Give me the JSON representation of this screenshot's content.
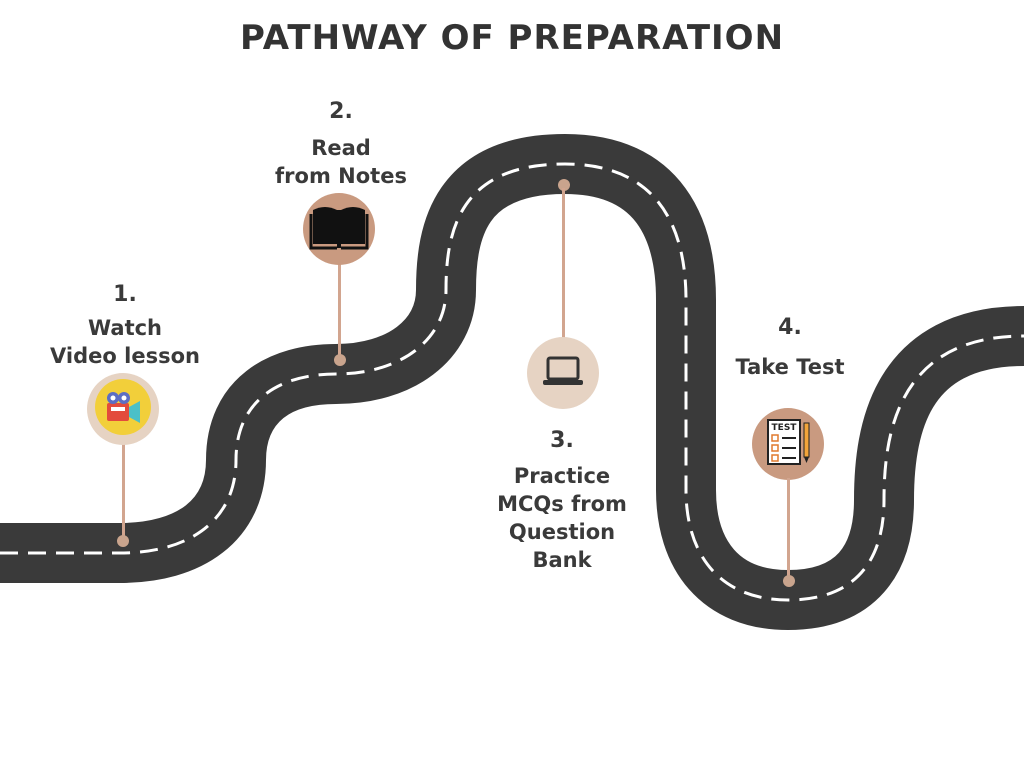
{
  "title": "PATHWAY OF PREPARATION",
  "colors": {
    "road": "#3a3a3a",
    "road_dash": "#ffffff",
    "pin": "#d2a58f",
    "badge_light": "#e6d3c3",
    "badge_dark": "#c99a80"
  },
  "steps": [
    {
      "number": "1.",
      "label": "Watch\nVideo lesson",
      "icon": "video-camera-icon"
    },
    {
      "number": "2.",
      "label": "Read\nfrom Notes",
      "icon": "open-book-icon"
    },
    {
      "number": "3.",
      "label": "Practice\nMCQs from\nQuestion\nBank",
      "icon": "laptop-icon"
    },
    {
      "number": "4.",
      "label": "Take Test",
      "icon": "test-checklist-icon"
    }
  ],
  "test_icon_text": "TEST"
}
